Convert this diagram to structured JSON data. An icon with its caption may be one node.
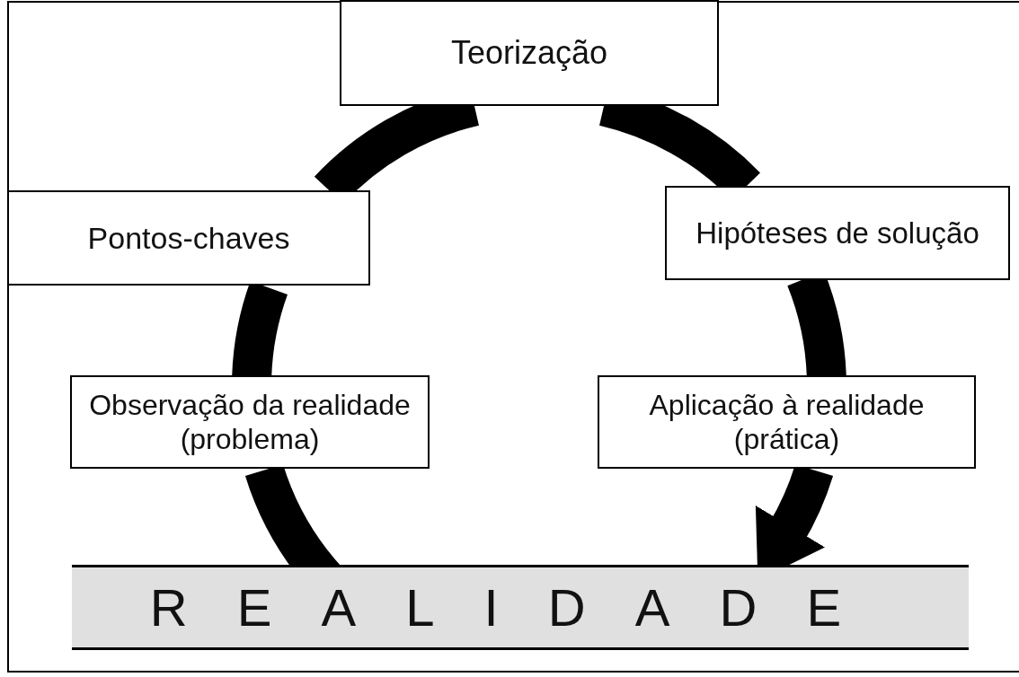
{
  "diagram": {
    "nodes": [
      {
        "text": [
          "Teorização"
        ]
      },
      {
        "text": [
          "Pontos-chaves"
        ]
      },
      {
        "text": [
          "Hipóteses de solução"
        ]
      },
      {
        "text": [
          "Observação da realidade (problema)"
        ]
      },
      {
        "text": [
          "Aplicação à realidade (prática)"
        ]
      },
      {
        "text": [
          "REALIDADE"
        ]
      }
    ],
    "edges": [
      {
        "from": 5,
        "to": 3,
        "arrow": "none"
      },
      {
        "from": 3,
        "to": 1,
        "arrow": "none"
      },
      {
        "from": 1,
        "to": 0,
        "arrow": "none"
      },
      {
        "from": 0,
        "to": 2,
        "arrow": "none"
      },
      {
        "from": 2,
        "to": 4,
        "arrow": "none"
      },
      {
        "from": 4,
        "to": 5,
        "arrow": "to"
      }
    ]
  }
}
